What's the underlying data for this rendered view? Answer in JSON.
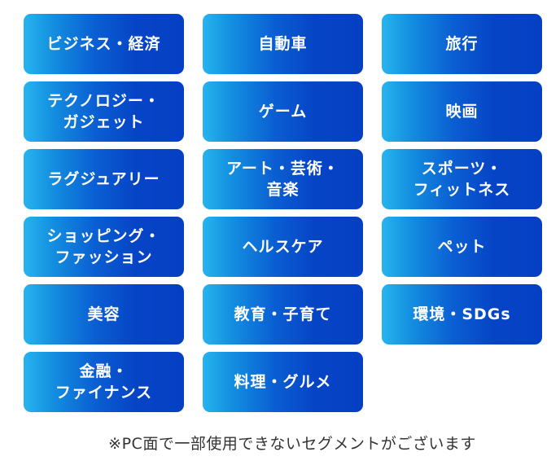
{
  "categories": [
    {
      "label": "ビジネス・経済"
    },
    {
      "label": "自動車"
    },
    {
      "label": "旅行"
    },
    {
      "label": "テクノロジー・\nガジェット"
    },
    {
      "label": "ゲーム"
    },
    {
      "label": "映画"
    },
    {
      "label": "ラグジュアリー"
    },
    {
      "label": "アート・芸術・\n音楽"
    },
    {
      "label": "スポーツ・\nフィットネス"
    },
    {
      "label": "ショッピング・\nファッション"
    },
    {
      "label": "ヘルスケア"
    },
    {
      "label": "ペット"
    },
    {
      "label": "美容"
    },
    {
      "label": "教育・子育て"
    },
    {
      "label": "環境・SDGs"
    },
    {
      "label": "金融・\nファイナンス"
    },
    {
      "label": "料理・グルメ"
    }
  ],
  "note": "※PC面で一部使用できないセグメントがございます",
  "colors": {
    "tile_gradient_start": "#27b4ee",
    "tile_gradient_end": "#0540c3",
    "tile_text": "#ffffff",
    "note_text": "#333333"
  }
}
